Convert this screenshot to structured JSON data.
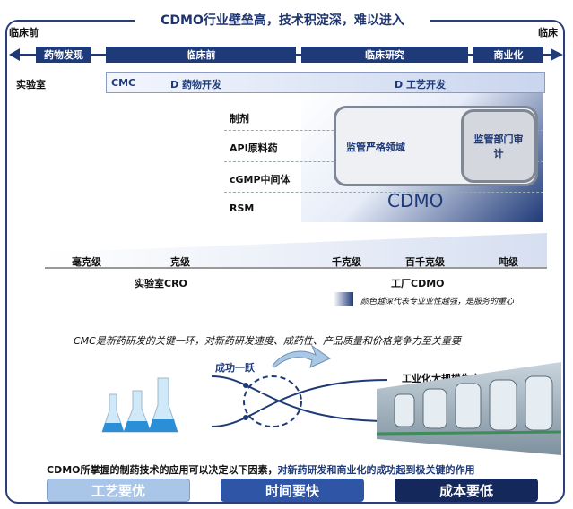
{
  "title": "CDMO行业壁垒高，技术积淀深，难以进入",
  "corner_left": "临床前",
  "corner_right": "临床",
  "stages": [
    "药物发现",
    "临床前",
    "临床研究",
    "商业化"
  ],
  "lab_label": "实验室",
  "cmc_label": "CMC",
  "d_drug_dev": "D 药物开发",
  "d_process_dev": "D 工艺开发",
  "product_types": [
    "制剂",
    "API原料药",
    "cGMP中间体",
    "RSM"
  ],
  "regulated_area": "监管严格领域",
  "audit_label": "监管部门审计",
  "cdmo_label": "CDMO",
  "scale_labels": [
    "毫克级",
    "克级",
    "千克级",
    "百千克级",
    "吨级"
  ],
  "lab_cro": "实验室CRO",
  "factory_cdmo": "工厂CDMO",
  "legend_note": "颜色越深代表专业业性越强，是服务的重心",
  "cmc_sentence": "CMC是新药研发的关键一环，对新药研发速度、成药性、产品质量和价格竞争力至关重要",
  "success_leap": "成功一跃",
  "industrial_production": "工业化大规模生产",
  "bottom_sentence_a": "CDMO所掌握的制药技术的应用可以决定以下因素，",
  "bottom_sentence_b": "对新药研发和商业化的成功起到极关键的作用",
  "factors": [
    "工艺要优",
    "时间要快",
    "成本要低"
  ]
}
